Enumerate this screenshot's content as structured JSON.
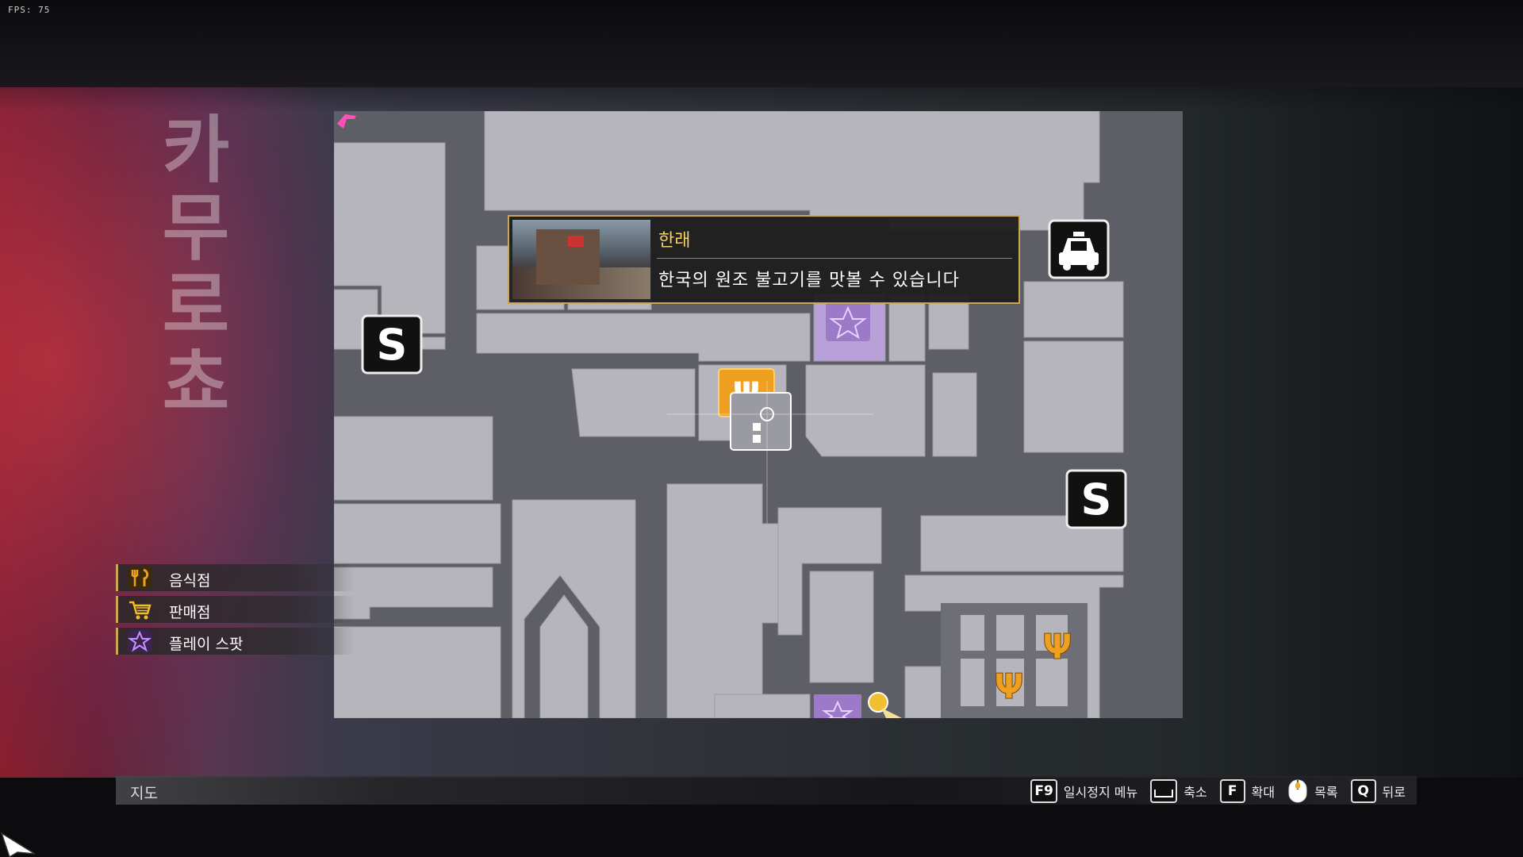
{
  "hud": {
    "fps": "FPS: 75"
  },
  "area_name": "카무로쵸",
  "tooltip": {
    "title": "한래",
    "description": "한국의 원조 불고기를 맛볼 수 있습니다"
  },
  "legend": [
    {
      "icon": "fork-knife-icon",
      "label": "음식점",
      "color": "#f0a020"
    },
    {
      "icon": "shopping-cart-icon",
      "label": "판매점",
      "color": "#f0c020"
    },
    {
      "icon": "star-icon",
      "label": "플레이 스팟",
      "color": "#b070e0"
    }
  ],
  "map_markers": {
    "save_label": "S"
  },
  "bottom_bar": {
    "title": "지도",
    "controls": [
      {
        "key": "F9",
        "label": "일시정지 메뉴"
      },
      {
        "key": "",
        "label": "축소",
        "key_icon": "space-key-icon"
      },
      {
        "key": "F",
        "label": "확대"
      },
      {
        "key": "",
        "label": "목록",
        "key_icon": "mouse-wheel-icon"
      },
      {
        "key": "Q",
        "label": "뒤로"
      }
    ]
  },
  "colors": {
    "accent_gold": "#c9a855",
    "restaurant_orange": "#f0a020",
    "play_spot_purple": "#b070e0",
    "road": "#5e5e66",
    "block": "#b5b5bb"
  }
}
